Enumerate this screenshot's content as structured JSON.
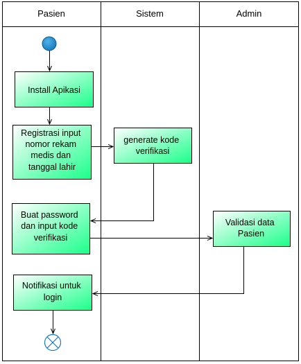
{
  "swimlanes": [
    {
      "title": "Pasien"
    },
    {
      "title": "Sistem"
    },
    {
      "title": "Admin"
    }
  ],
  "nodes": {
    "install": {
      "lines": [
        "Install Apikasi"
      ]
    },
    "registrasi": {
      "lines": [
        "Registrasi input",
        "nomor rekam",
        "medis dan",
        "tanggal lahir"
      ]
    },
    "generate": {
      "lines": [
        "generate kode",
        "verifikasi"
      ]
    },
    "buat_password": {
      "lines": [
        "Buat password",
        "dan input kode",
        "verifikasi"
      ]
    },
    "validasi": {
      "lines": [
        "Validasi data",
        "Pasien"
      ]
    },
    "notifikasi": {
      "lines": [
        "Notifikasi untuk",
        "login"
      ]
    }
  },
  "colors": {
    "start": "#1e8fd0",
    "node_gradient_start": "#ffffff",
    "node_gradient_end": "#1aff8a",
    "border": "#000000"
  }
}
